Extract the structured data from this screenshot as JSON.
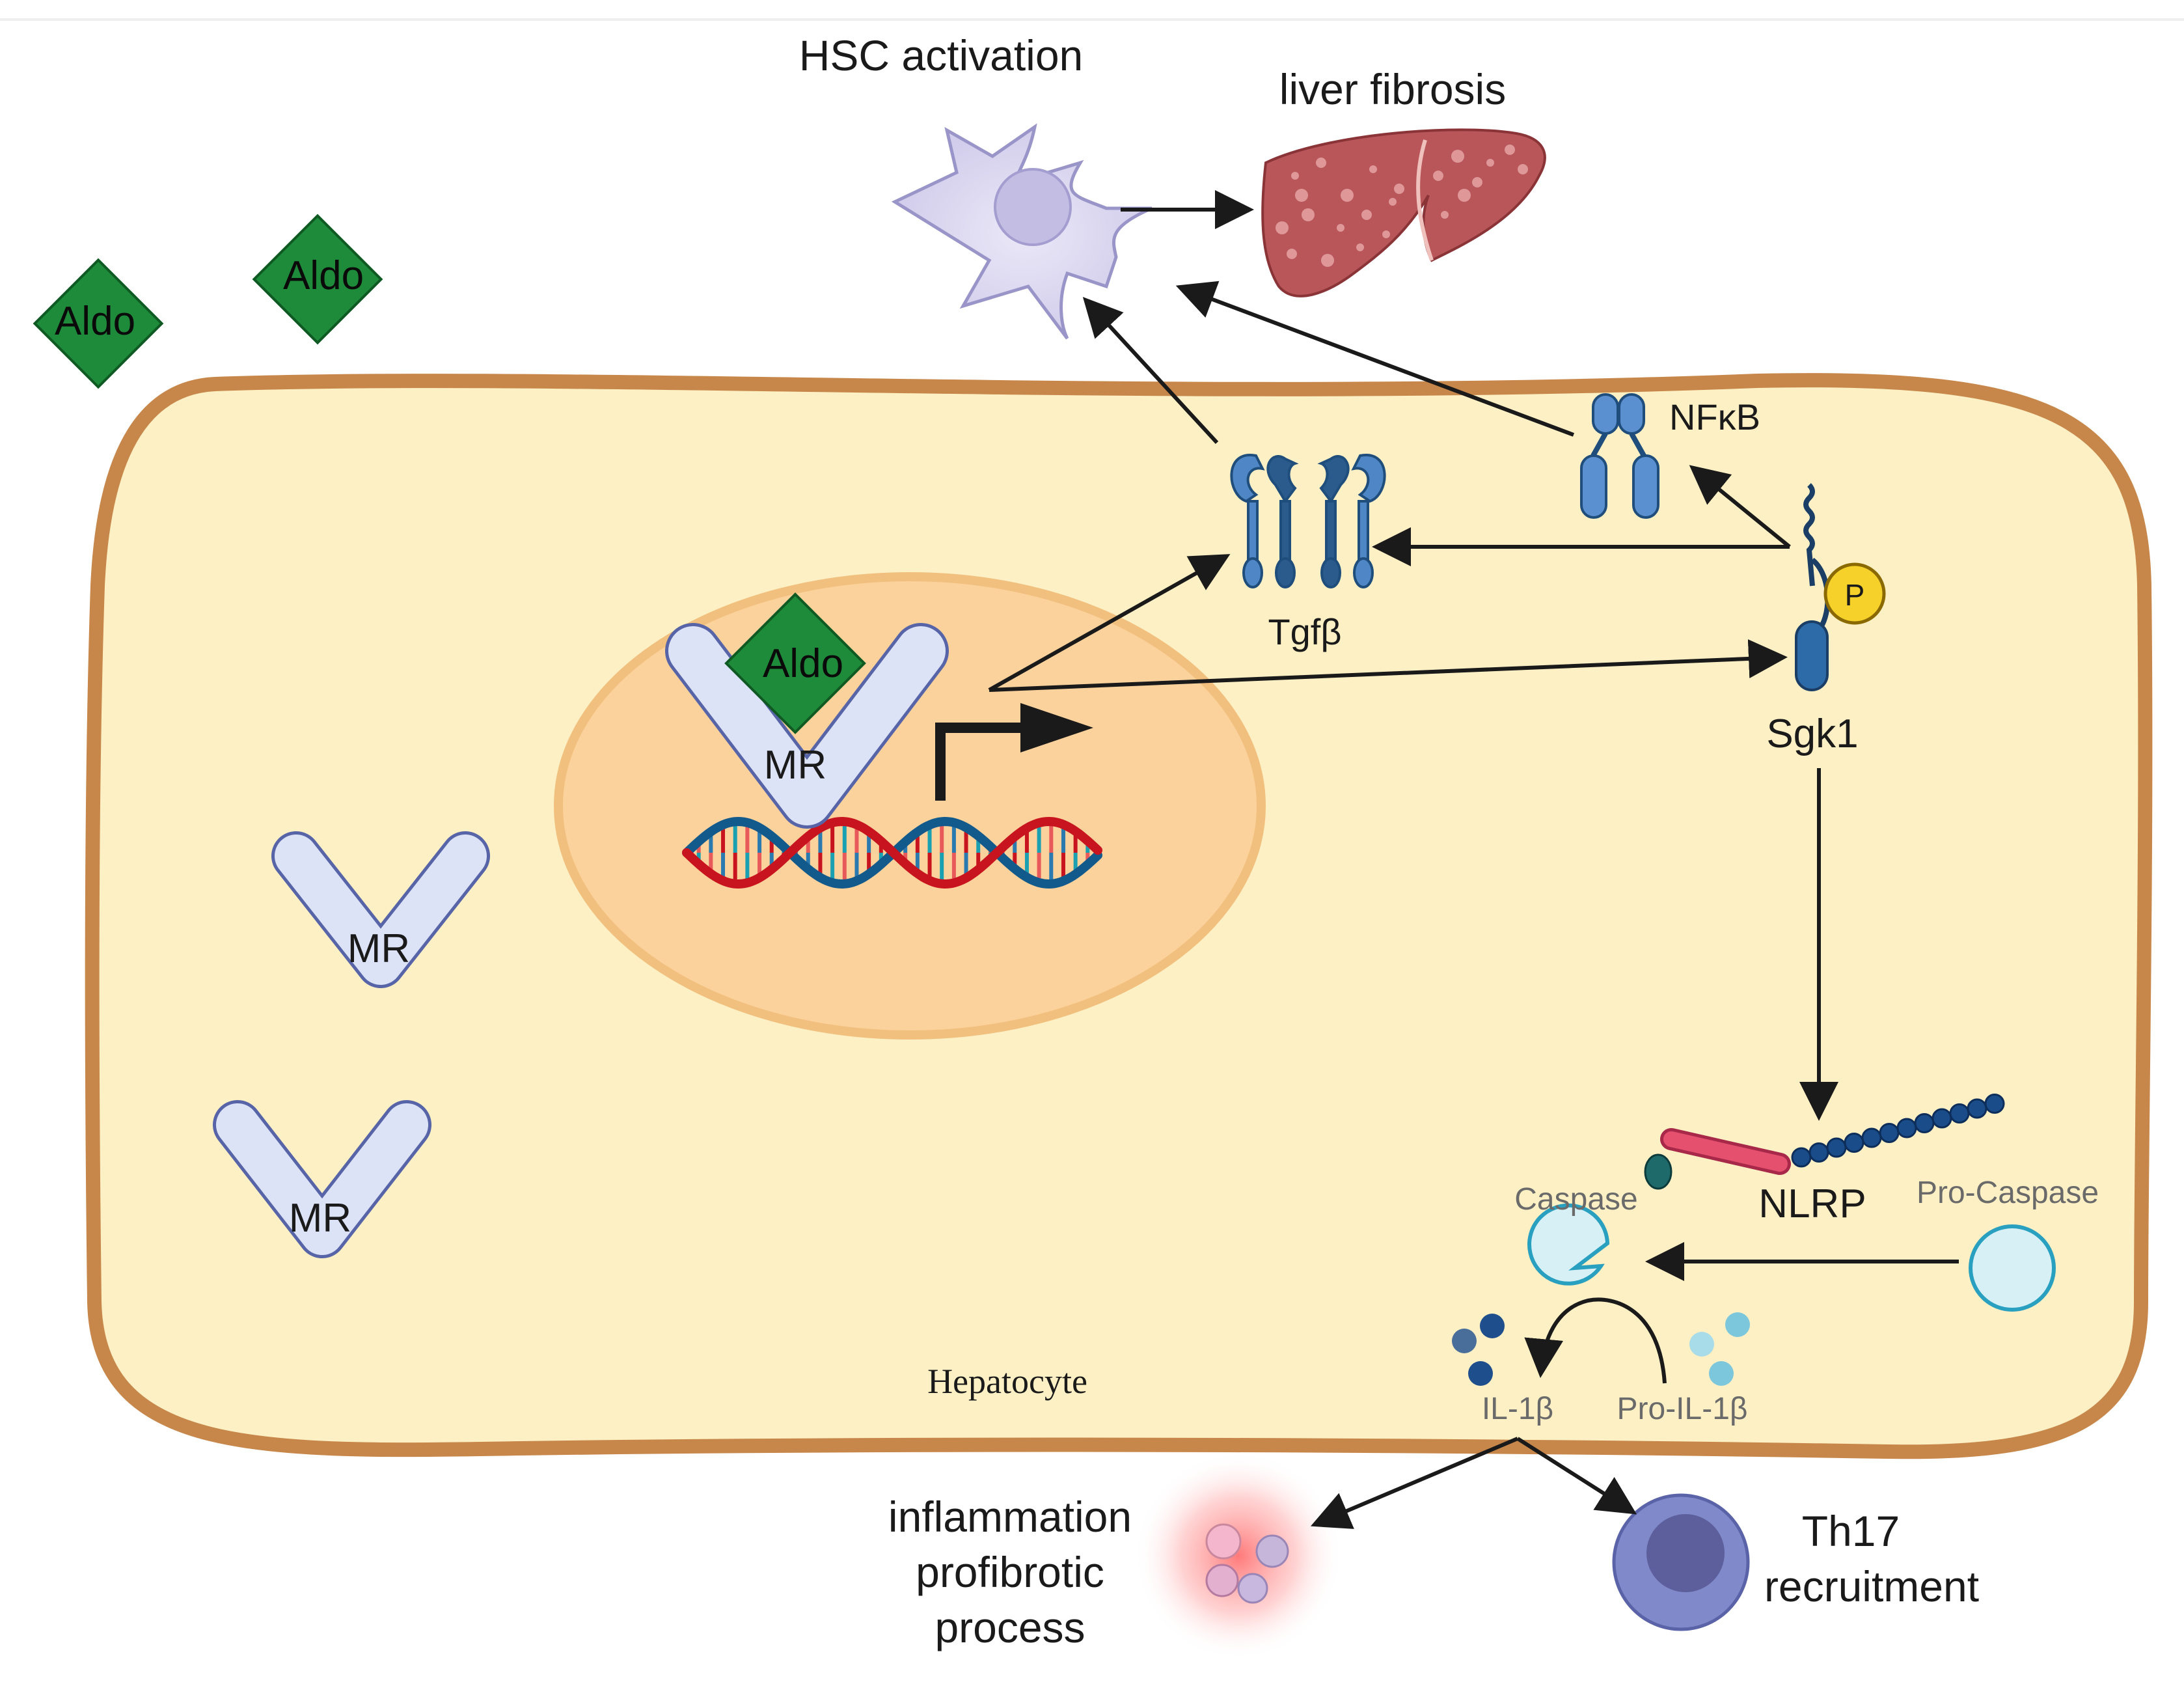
{
  "labels": {
    "hsc_activation": "HSC activation",
    "liver_fibrosis": "liver fibrosis",
    "aldo": "Aldo",
    "mr": "MR",
    "tgfb": "Tgfβ",
    "nfkb": "NFκB",
    "phospho": "P",
    "sgk1": "Sgk1",
    "nlrp": "NLRP",
    "caspase": "Caspase",
    "pro_caspase": "Pro-Caspase",
    "il1b": "IL-1β",
    "pro_il1b": "Pro-IL-1β",
    "hepatocyte": "Hepatocyte",
    "inflammation_line1": "inflammation",
    "inflammation_line2": "profibrotic",
    "inflammation_line3": "process",
    "th17_line1": "Th17",
    "th17_line2": "recruitment"
  },
  "colors": {
    "cell_membrane": "#c8874a",
    "cytoplasm": "#fdf0c4",
    "nucleus": "#fbd29c",
    "nucleus_border": "#f2c07e",
    "aldo_green": "#1e8b3a",
    "mr_fill": "#dde3f7",
    "mr_border": "#5765a8",
    "receptor_blue": "#2d6aa8",
    "dna_red": "#c8141e",
    "dna_blue": "#125a8c",
    "liver": "#b8565a",
    "hsc": "#d6d2ee",
    "nlrp_pink": "#e4506e",
    "caspase": "#d6f0f6",
    "th17": "#7f86c7"
  }
}
